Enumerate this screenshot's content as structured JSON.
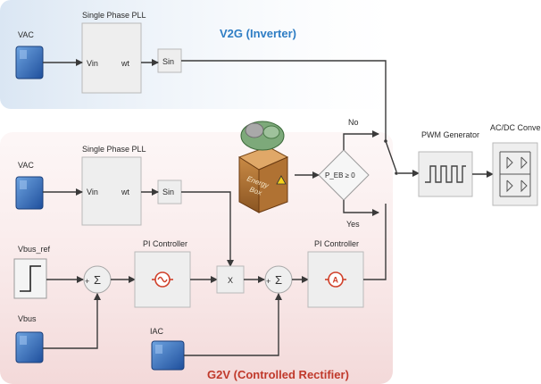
{
  "v2g_section": {
    "title": "V2G (Inverter)",
    "vac_label": "VAC",
    "pll_title": "Single Phase PLL",
    "pll_in": "Vin",
    "pll_out": "wt",
    "sin_label": "Sin"
  },
  "g2v_section": {
    "title": "G2V (Controlled Rectifier)",
    "vac_label": "VAC",
    "pll_title": "Single Phase PLL",
    "pll_in": "Vin",
    "pll_out": "wt",
    "sin_label": "Sin",
    "vbus_ref_label": "Vbus_ref",
    "vbus_label": "Vbus",
    "iac_label": "IAC",
    "pi1_title": "PI Controller",
    "pi2_title": "PI Controller",
    "multiply_label": "X",
    "sum_symbol": "Σ",
    "plus": "+",
    "minus": "-"
  },
  "energy_box": {
    "label_line1": "Energy",
    "label_line2": "Box"
  },
  "switch": {
    "condition": "P_EB ≥ 0",
    "no_label": "No",
    "yes_label": "Yes"
  },
  "pwm": {
    "title": "PWM Generator"
  },
  "converter": {
    "title": "AC/DC Converter"
  },
  "colors": {
    "v2g_title": "#2e7dc4",
    "g2v_title": "#c0392b",
    "v2g_bg": "#dfe9f4",
    "g2v_bg": "#f6e2e2",
    "pi_icon": "#d0402a",
    "source_block": "#2a6ec0"
  }
}
